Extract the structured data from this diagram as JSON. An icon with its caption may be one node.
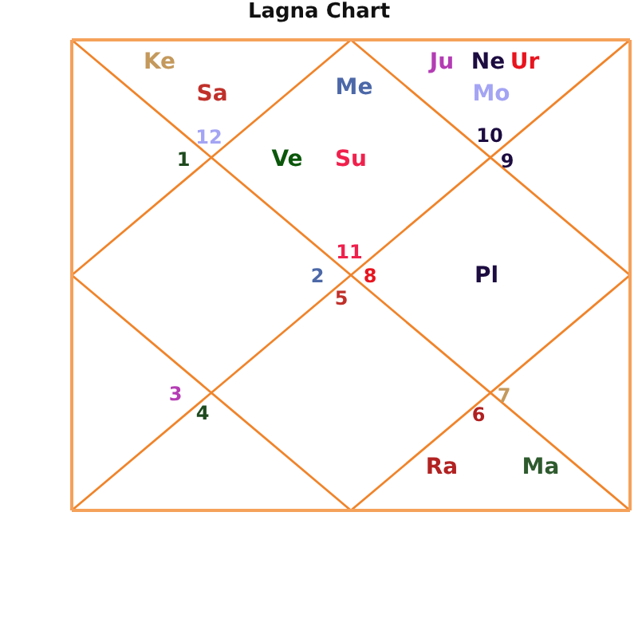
{
  "diagram": {
    "title": "Lagna Chart",
    "labels": [
      "Ke",
      "Ju",
      "Ne",
      "Ur",
      "Sa",
      "Me",
      "Mo",
      "12",
      "10",
      "1",
      "Ve",
      "Su",
      "9",
      "11",
      "2",
      "8",
      "Pl",
      "5",
      "3",
      "7",
      "4",
      "6",
      "Ra",
      "Ma"
    ]
  }
}
